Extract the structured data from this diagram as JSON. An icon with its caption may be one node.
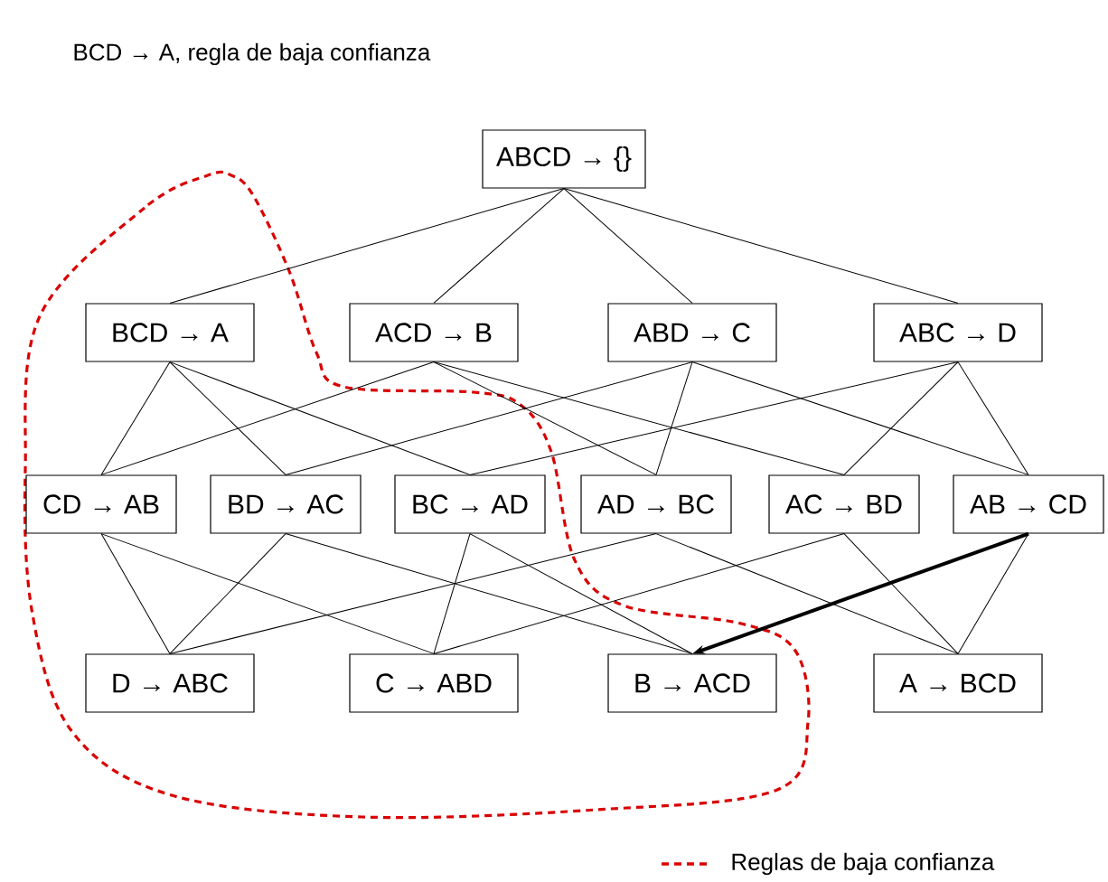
{
  "diagram": {
    "title": "BCD → A, regla de baja confianza",
    "nodes": [
      {
        "text": [
          "ABCD → {}"
        ]
      },
      {
        "text": [
          "BCD → A"
        ]
      },
      {
        "text": [
          "ACD → B"
        ]
      },
      {
        "text": [
          "ABD → C"
        ]
      },
      {
        "text": [
          "ABC → D"
        ]
      },
      {
        "text": [
          "CD → AB"
        ]
      },
      {
        "text": [
          "BD → AC"
        ]
      },
      {
        "text": [
          "BC → AD"
        ]
      },
      {
        "text": [
          "AD → BC"
        ]
      },
      {
        "text": [
          "AC → BD"
        ]
      },
      {
        "text": [
          "AB → CD"
        ]
      },
      {
        "text": [
          "D → ABC"
        ]
      },
      {
        "text": [
          "C → ABD"
        ]
      },
      {
        "text": [
          "B → ACD"
        ]
      },
      {
        "text": [
          "A → BCD"
        ]
      }
    ],
    "edges": [
      {
        "from": 0,
        "to": 1,
        "arrow": "none"
      },
      {
        "from": 0,
        "to": 2,
        "arrow": "none"
      },
      {
        "from": 0,
        "to": 3,
        "arrow": "none"
      },
      {
        "from": 0,
        "to": 4,
        "arrow": "none"
      },
      {
        "from": 1,
        "to": 5,
        "arrow": "none"
      },
      {
        "from": 1,
        "to": 6,
        "arrow": "none"
      },
      {
        "from": 1,
        "to": 7,
        "arrow": "none"
      },
      {
        "from": 2,
        "to": 5,
        "arrow": "none"
      },
      {
        "from": 2,
        "to": 8,
        "arrow": "none"
      },
      {
        "from": 2,
        "to": 9,
        "arrow": "none"
      },
      {
        "from": 3,
        "to": 6,
        "arrow": "none"
      },
      {
        "from": 3,
        "to": 8,
        "arrow": "none"
      },
      {
        "from": 3,
        "to": 10,
        "arrow": "none"
      },
      {
        "from": 4,
        "to": 7,
        "arrow": "none"
      },
      {
        "from": 4,
        "to": 9,
        "arrow": "none"
      },
      {
        "from": 4,
        "to": 10,
        "arrow": "none"
      },
      {
        "from": 5,
        "to": 11,
        "arrow": "none"
      },
      {
        "from": 5,
        "to": 12,
        "arrow": "none"
      },
      {
        "from": 6,
        "to": 11,
        "arrow": "none"
      },
      {
        "from": 6,
        "to": 13,
        "arrow": "none"
      },
      {
        "from": 7,
        "to": 12,
        "arrow": "none"
      },
      {
        "from": 7,
        "to": 13,
        "arrow": "none"
      },
      {
        "from": 8,
        "to": 11,
        "arrow": "none"
      },
      {
        "from": 8,
        "to": 14,
        "arrow": "none"
      },
      {
        "from": 9,
        "to": 12,
        "arrow": "none"
      },
      {
        "from": 9,
        "to": 14,
        "arrow": "none"
      },
      {
        "from": 10,
        "to": 13,
        "arrow": "to",
        "style": "thick"
      },
      {
        "from": 10,
        "to": 14,
        "arrow": "none"
      }
    ],
    "legend": [
      {
        "text": "Reglas de baja confianza"
      }
    ]
  }
}
